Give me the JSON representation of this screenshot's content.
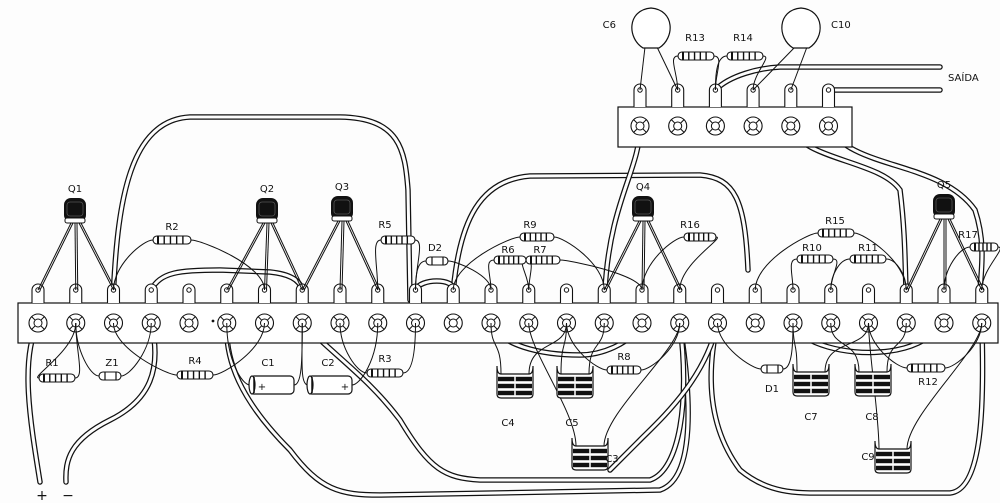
{
  "diagram": {
    "title": "",
    "background_color": "#fdfdfd",
    "ink_color": "#111111",
    "main_strip": {
      "terminal_count": 26
    },
    "output_strip": {
      "terminal_count": 6,
      "output_label": "SAÍDA"
    },
    "power_labels": {
      "positive": "+",
      "negative": "−"
    },
    "transistors": [
      {
        "id": "Q1",
        "label": "Q1"
      },
      {
        "id": "Q2",
        "label": "Q2"
      },
      {
        "id": "Q3",
        "label": "Q3"
      },
      {
        "id": "Q4",
        "label": "Q4"
      },
      {
        "id": "Q5",
        "label": "Q5"
      }
    ],
    "resistors": [
      {
        "id": "R1",
        "label": "R1"
      },
      {
        "id": "R2",
        "label": "R2"
      },
      {
        "id": "R3",
        "label": "R3"
      },
      {
        "id": "R4",
        "label": "R4"
      },
      {
        "id": "R5",
        "label": "R5"
      },
      {
        "id": "R6",
        "label": "R6"
      },
      {
        "id": "R7",
        "label": "R7"
      },
      {
        "id": "R8",
        "label": "R8"
      },
      {
        "id": "R9",
        "label": "R9"
      },
      {
        "id": "R10",
        "label": "R10"
      },
      {
        "id": "R11",
        "label": "R11"
      },
      {
        "id": "R12",
        "label": "R12"
      },
      {
        "id": "R13",
        "label": "R13"
      },
      {
        "id": "R14",
        "label": "R14"
      },
      {
        "id": "R15",
        "label": "R15"
      },
      {
        "id": "R16",
        "label": "R16"
      },
      {
        "id": "R17",
        "label": "R17"
      }
    ],
    "diodes": [
      {
        "id": "D1",
        "label": "D1"
      },
      {
        "id": "D2",
        "label": "D2"
      },
      {
        "id": "Z1",
        "label": "Z1"
      }
    ],
    "electrolytic_capacitors": [
      {
        "id": "C1",
        "label": "C1",
        "polarity": "+"
      },
      {
        "id": "C2",
        "label": "C2",
        "polarity": "+"
      }
    ],
    "film_capacitors": [
      {
        "id": "C3",
        "label": "C3"
      },
      {
        "id": "C4",
        "label": "C4"
      },
      {
        "id": "C5",
        "label": "C5"
      },
      {
        "id": "C7",
        "label": "C7"
      },
      {
        "id": "C8",
        "label": "C8"
      },
      {
        "id": "C9",
        "label": "C9"
      }
    ],
    "ceramic_capacitors": [
      {
        "id": "C6",
        "label": "C6"
      },
      {
        "id": "C10",
        "label": "C10"
      }
    ]
  }
}
